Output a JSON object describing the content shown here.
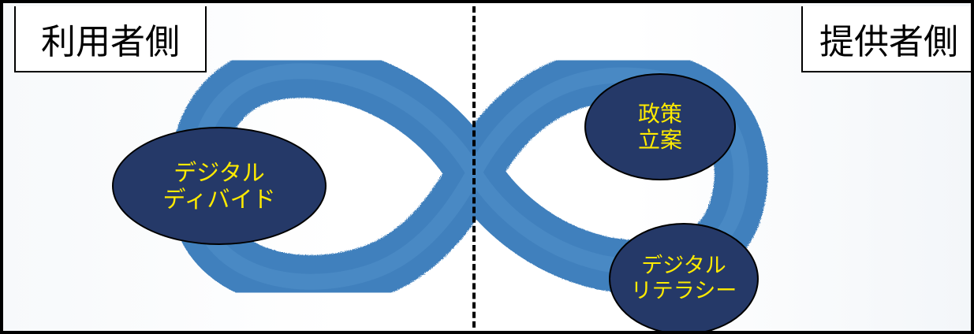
{
  "labels": {
    "left": "利用者側",
    "right": "提供者側"
  },
  "bubbles": {
    "left": {
      "line1": "デジタル",
      "line2": "ディバイド"
    },
    "top": {
      "line1": "政策",
      "line2": "立案"
    },
    "bottom": {
      "line1": "デジタル",
      "line2": "リテラシー"
    }
  },
  "colors": {
    "loop": "#3f80bd",
    "bubble_fill": "#253968",
    "bubble_text": "#ffeb00",
    "border": "#000000"
  },
  "icons": {
    "center": "infinity-loop"
  }
}
